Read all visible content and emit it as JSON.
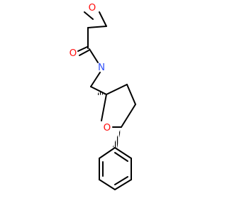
{
  "molecule": {
    "atoms": {
      "epoxide_oxygen": {
        "symbol": "O",
        "color": "#ff0d0d"
      },
      "carbonyl_oxygen": {
        "symbol": "O",
        "color": "#ff0d0d"
      },
      "amide_nitrogen": {
        "symbol": "N",
        "color": "#3050f8"
      },
      "ring_oxygen": {
        "symbol": "O",
        "color": "#ff0d0d"
      }
    },
    "bond_color": "#000000"
  }
}
